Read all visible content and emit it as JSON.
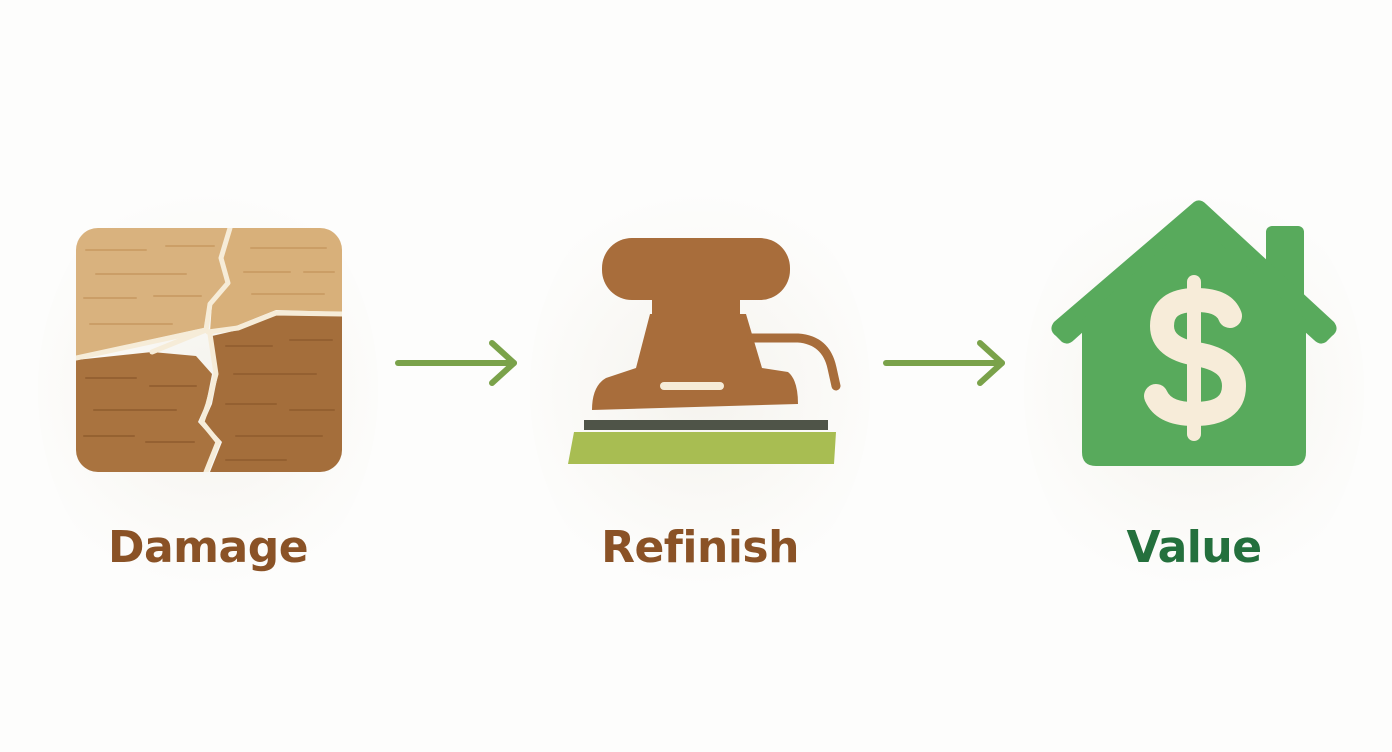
{
  "steps": [
    {
      "label": "Damage",
      "icon": "cracked-wood-icon",
      "label_color": "#8a5226"
    },
    {
      "label": "Refinish",
      "icon": "floor-sander-icon",
      "label_color": "#8a5226"
    },
    {
      "label": "Value",
      "icon": "house-dollar-icon",
      "label_color": "#24703d"
    }
  ],
  "connectors": [
    {
      "icon": "arrow-right-icon",
      "color": "#7aa24a"
    },
    {
      "icon": "arrow-right-icon",
      "color": "#7aa24a"
    }
  ],
  "colors": {
    "wood_light": "#d9b27e",
    "wood_dark": "#a8733f",
    "sander_body": "#a86d3b",
    "sander_pad": "#a8bd52",
    "house_green": "#58aa5c",
    "dollar_fill": "#f7ecd9"
  }
}
